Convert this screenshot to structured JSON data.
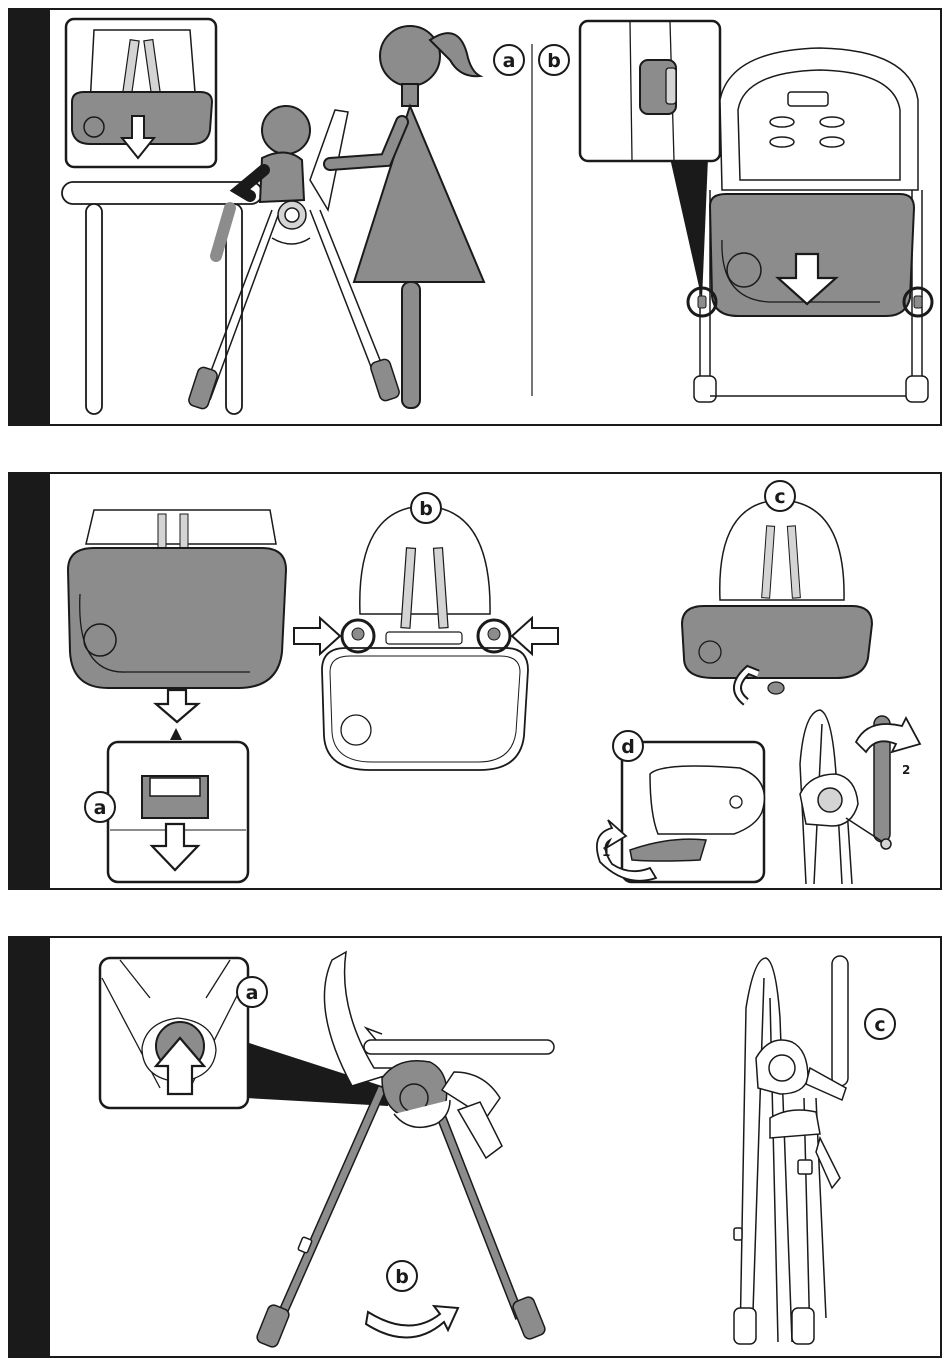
{
  "panels": [
    {
      "step_labels": [
        "a",
        "b"
      ]
    },
    {
      "step_labels": [
        "a",
        "b",
        "c",
        "d"
      ],
      "arrow_numbers": [
        "1",
        "2"
      ]
    },
    {
      "step_labels": [
        "a",
        "b",
        "c"
      ]
    }
  ],
  "colors": {
    "ink": "#1a1a1a",
    "fill_gray": "#8c8c8c",
    "light_gray": "#d4d4d4",
    "paper": "#ffffff"
  },
  "icons": [
    "down-arrow-icon",
    "side-arrow-icon",
    "rotate-arrow-icon",
    "zoom-callout-icon"
  ]
}
